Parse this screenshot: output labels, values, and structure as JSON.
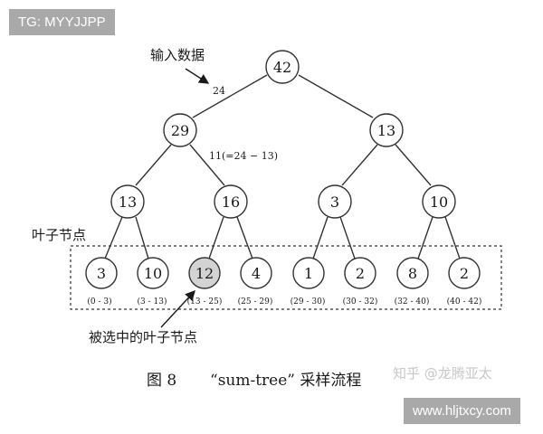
{
  "watermarks": {
    "top": "TG: MYYJJPP",
    "bottom": "www.hljtxcy.com",
    "zhihu": "知乎 @龙腾亚太"
  },
  "annotations": {
    "input": "输入数据",
    "input_value": "24",
    "remainder": "11(=24 − 13)",
    "leaf_label": "叶子节点",
    "selected_label": "被选中的叶子节点"
  },
  "caption": {
    "figure": "图 8",
    "title": "“sum-tree” 采样流程"
  },
  "tree": {
    "root": "42",
    "level1": [
      "29",
      "13"
    ],
    "level2": [
      "13",
      "16",
      "3",
      "10"
    ],
    "leaves": [
      {
        "value": "3",
        "range": "(0 - 3)"
      },
      {
        "value": "10",
        "range": "(3 - 13)"
      },
      {
        "value": "12",
        "range": "(13 - 25)",
        "selected": true
      },
      {
        "value": "4",
        "range": "(25 - 29)"
      },
      {
        "value": "1",
        "range": "(29 - 30)"
      },
      {
        "value": "2",
        "range": "(30 - 32)"
      },
      {
        "value": "8",
        "range": "(32 - 40)"
      },
      {
        "value": "2",
        "range": "(40 - 42)"
      }
    ]
  },
  "colors": {
    "selected_fill": "#d3d3d3",
    "node_stroke": "#333333"
  }
}
